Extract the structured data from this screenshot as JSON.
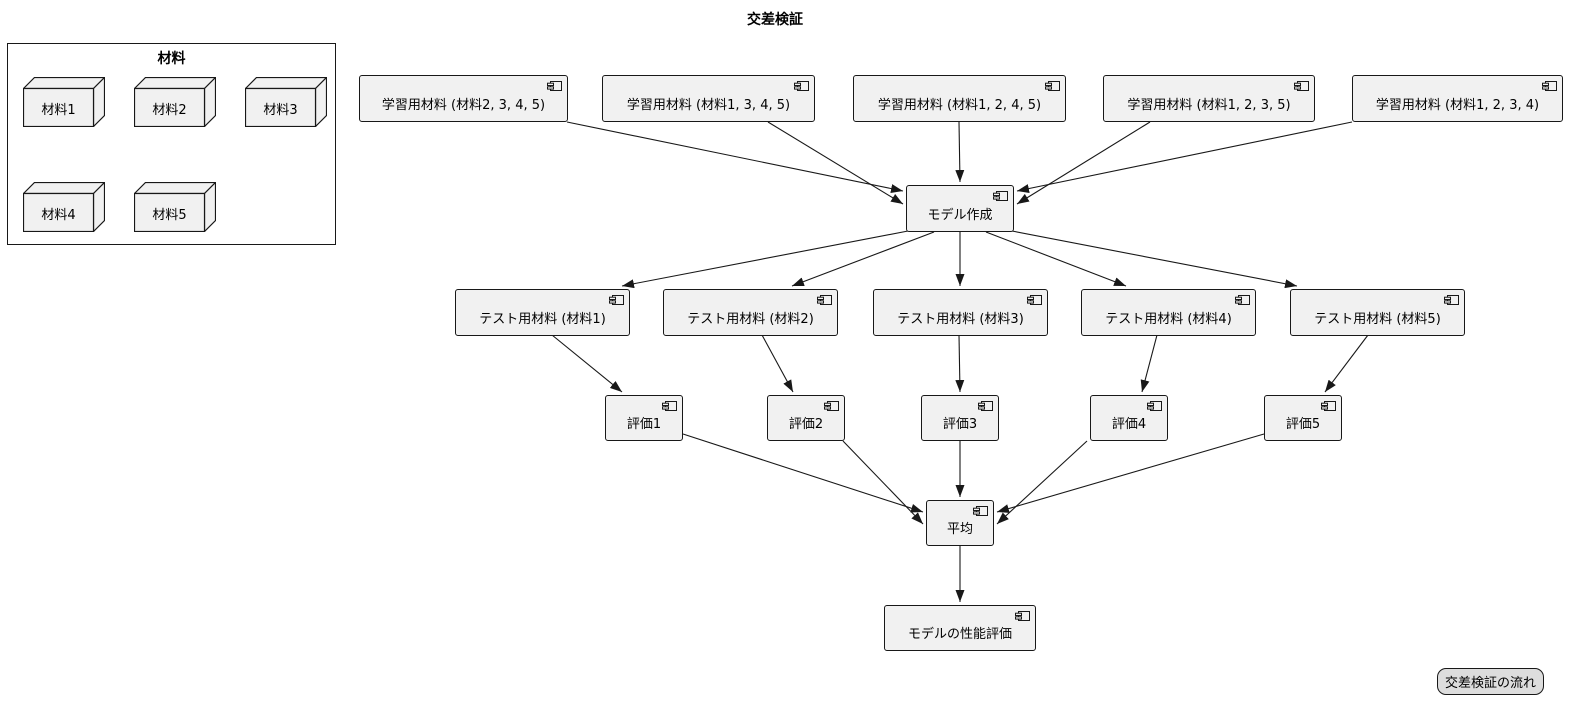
{
  "title": "交差検証",
  "package": {
    "label": "材料",
    "items": [
      {
        "label": "材料1"
      },
      {
        "label": "材料2"
      },
      {
        "label": "材料3"
      },
      {
        "label": "材料4"
      },
      {
        "label": "材料5"
      }
    ]
  },
  "training": [
    {
      "label": "学習用材料 (材料2, 3, 4, 5)"
    },
    {
      "label": "学習用材料 (材料1, 3, 4, 5)"
    },
    {
      "label": "学習用材料 (材料1, 2, 4, 5)"
    },
    {
      "label": "学習用材料 (材料1, 2, 3, 5)"
    },
    {
      "label": "学習用材料 (材料1, 2, 3, 4)"
    }
  ],
  "model": {
    "label": "モデル作成"
  },
  "tests": [
    {
      "label": "テスト用材料 (材料1)"
    },
    {
      "label": "テスト用材料 (材料2)"
    },
    {
      "label": "テスト用材料 (材料3)"
    },
    {
      "label": "テスト用材料 (材料4)"
    },
    {
      "label": "テスト用材料 (材料5)"
    }
  ],
  "evals": [
    {
      "label": "評価1"
    },
    {
      "label": "評価2"
    },
    {
      "label": "評価3"
    },
    {
      "label": "評価4"
    },
    {
      "label": "評価5"
    }
  ],
  "average": {
    "label": "平均"
  },
  "result": {
    "label": "モデルの性能評価"
  },
  "legend": {
    "label": "交差検証の流れ"
  },
  "colors": {
    "node_fill": "#F1F1F1",
    "node_border": "#181818",
    "legend_fill": "#DDDDDD",
    "background": "#FFFFFF",
    "text": "#000000"
  }
}
